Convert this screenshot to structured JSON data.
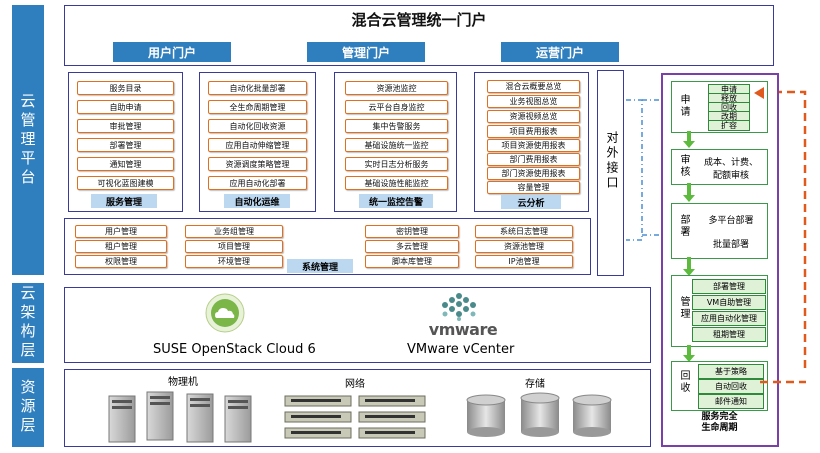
{
  "layers": {
    "cloud_mgmt": "云管理平台",
    "cloud_arch": "云架构层",
    "resource": "资源层"
  },
  "portal": {
    "title": "混合云管理统一门户",
    "user": "用户门户",
    "admin": "管理门户",
    "ops": "运营门户"
  },
  "columns": [
    {
      "title": "服务管理",
      "items": [
        "服务目录",
        "自助申请",
        "审批管理",
        "部署管理",
        "通知管理",
        "可视化蓝图建模"
      ]
    },
    {
      "title": "自动化运维",
      "items": [
        "自动化批量部署",
        "全生命周期管理",
        "自动化回收资源",
        "应用自动伸缩管理",
        "资源调度策略管理",
        "应用自动化部署"
      ]
    },
    {
      "title": "统一监控告警",
      "items": [
        "资源池监控",
        "云平台自身监控",
        "集中告警服务",
        "基础设施统一监控",
        "实时日志分析服务",
        "基础设施性能监控"
      ]
    },
    {
      "title": "云分析",
      "items": [
        "混合云概要总览",
        "业务视图总览",
        "资源视频总览",
        "项目费用报表",
        "项目资源使用报表",
        "部门费用报表",
        "部门资源使用报表",
        "容量管理"
      ]
    }
  ],
  "system_mgmt": {
    "title": "系统管理",
    "group1": [
      "用户管理",
      "租户管理",
      "权限管理"
    ],
    "group2": [
      "业务组管理",
      "项目管理",
      "环境管理"
    ],
    "group3": [
      "密钥管理",
      "多云管理",
      "脚本库管理"
    ],
    "group4": [
      "系统日志管理",
      "资源池管理",
      "IP池管理"
    ]
  },
  "external": "对外接口",
  "arch": {
    "openstack": "SUSE OpenStack Cloud 6",
    "vmware_logo": "vmware",
    "vmware": "VMware vCenter"
  },
  "resources": {
    "physical": "物理机",
    "network": "网络",
    "storage": "存储"
  },
  "lifecycle": {
    "title_line1": "服务完全",
    "title_line2": "生命周期",
    "stages": [
      {
        "label": "申请",
        "items": [
          "申请",
          "释放",
          "回收",
          "改期",
          "扩容"
        ]
      },
      {
        "label": "审核",
        "items": [
          "成本、计费、",
          "配额审核"
        ]
      },
      {
        "label": "部署",
        "items": [
          "多平台部署",
          "批量部署"
        ]
      },
      {
        "label": "管理",
        "items": [
          "部署管理",
          "VM自助管理",
          "应用自动化管理",
          "租期管理"
        ]
      },
      {
        "label": "回收",
        "items": [
          "基于策略",
          "自动回收",
          "邮件通知"
        ]
      }
    ]
  },
  "colors": {
    "band": "#2f7fbf",
    "accent_orange": "#e07020",
    "purple": "#7b3fa8",
    "green": "#2e9a3e"
  }
}
